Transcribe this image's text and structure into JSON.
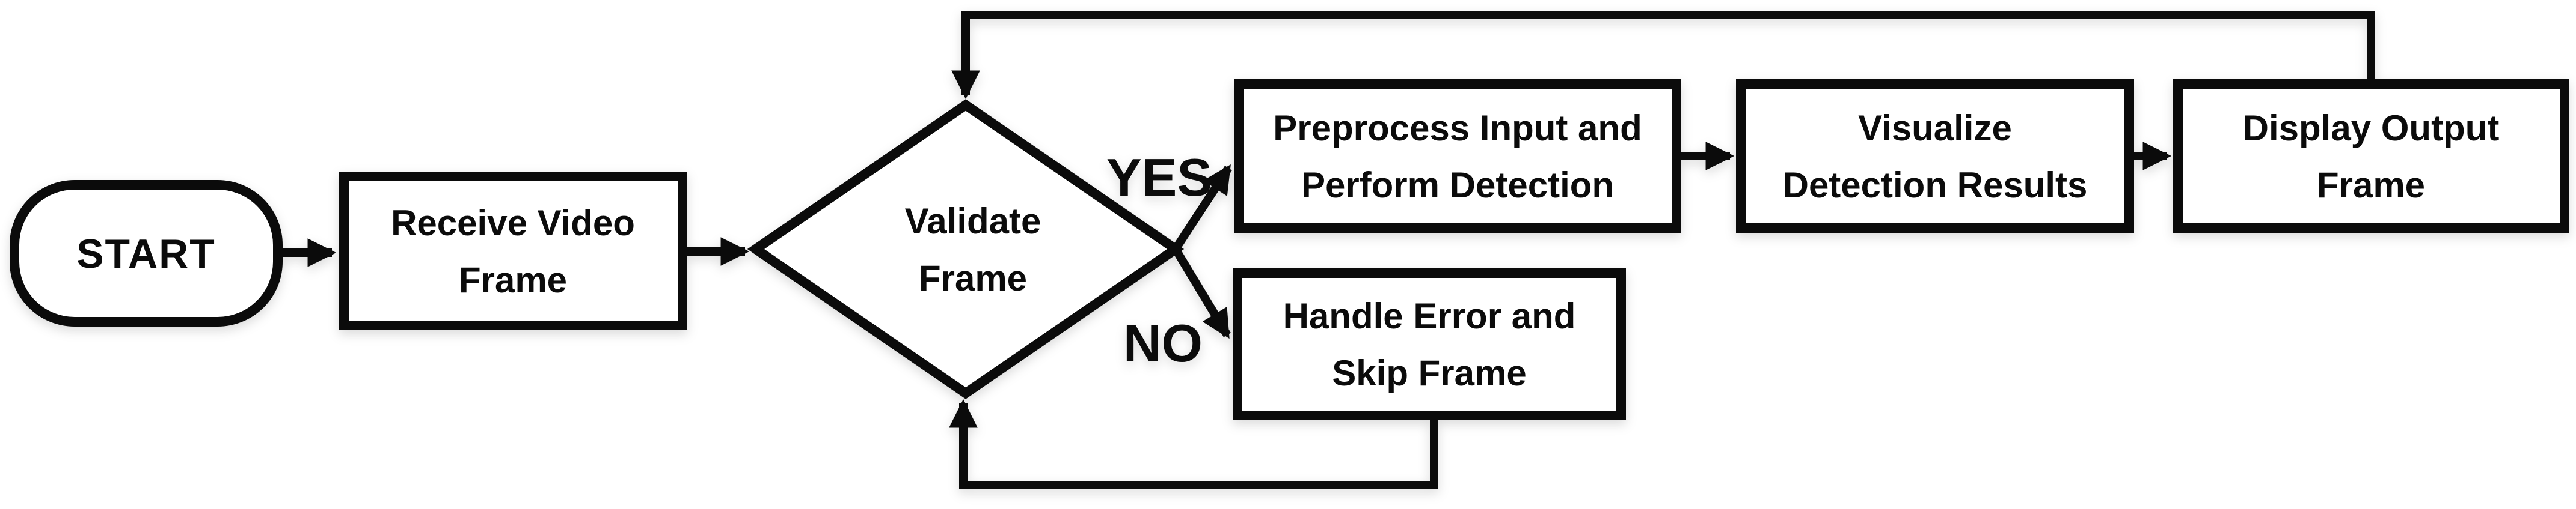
{
  "diagram": {
    "type": "flowchart",
    "background_color": "#ffffff",
    "stroke_color": "#0b0b0b",
    "node_fill_color": "#ffffff",
    "nodes": {
      "start": {
        "shape": "stadium",
        "label": "START"
      },
      "receive": {
        "shape": "rect",
        "line1": "Receive Video",
        "line2": "Frame"
      },
      "validate": {
        "shape": "diamond",
        "line1": "Validate",
        "line2": "Frame"
      },
      "preprocess": {
        "shape": "rect",
        "line1": "Preprocess Input and",
        "line2": "Perform Detection"
      },
      "visualize": {
        "shape": "rect",
        "line1": "Visualize",
        "line2": "Detection Results"
      },
      "display": {
        "shape": "rect",
        "line1": "Display Output",
        "line2": "Frame"
      },
      "handle": {
        "shape": "rect",
        "line1": "Handle Error and",
        "line2": "Skip Frame"
      }
    },
    "branch_labels": {
      "yes": "YES",
      "no": "NO"
    },
    "edges": [
      {
        "from": "start",
        "to": "receive",
        "label": ""
      },
      {
        "from": "receive",
        "to": "validate",
        "label": ""
      },
      {
        "from": "validate",
        "to": "preprocess",
        "label": "YES"
      },
      {
        "from": "validate",
        "to": "handle",
        "label": "NO"
      },
      {
        "from": "preprocess",
        "to": "visualize",
        "label": ""
      },
      {
        "from": "visualize",
        "to": "display",
        "label": ""
      },
      {
        "from": "display",
        "to": "validate",
        "label": "",
        "type": "feedback-top"
      },
      {
        "from": "handle",
        "to": "validate",
        "label": "",
        "type": "feedback-bottom"
      }
    ]
  }
}
